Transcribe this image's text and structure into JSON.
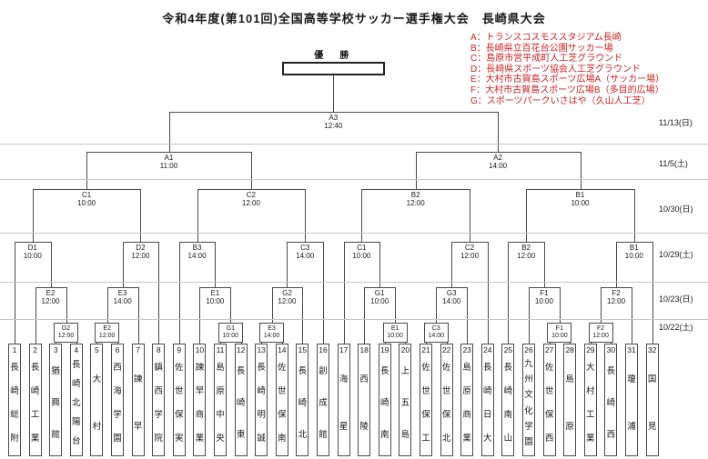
{
  "title": "令和4年度(第101回)全国高等学校サッカー選手権大会　長崎県大会",
  "champion_label": "優　勝",
  "venue_legend": [
    {
      "code": "A",
      "name": "トランスコスモススタジアム長崎"
    },
    {
      "code": "B",
      "name": "長崎県立百花台公園サッカー場"
    },
    {
      "code": "C",
      "name": "島原市営平成町人工芝グラウンド"
    },
    {
      "code": "D",
      "name": "長崎県スポーツ協会人工芝グラウンド"
    },
    {
      "code": "E",
      "name": "大村市古賀島スポーツ広場A（サッカー場）"
    },
    {
      "code": "F",
      "name": "大村市古賀島スポーツ広場B（多目的広場）"
    },
    {
      "code": "G",
      "name": "スポーツパークいさはや（久山人工芝）"
    }
  ],
  "legend_color": "#cc2222",
  "round_dates": [
    "11/13(日)",
    "11/5(土)",
    "10/30(日)",
    "10/29(土)",
    "10/23(日)",
    "10/22(土)"
  ],
  "teams": [
    {
      "no": "1",
      "name": "長崎総附"
    },
    {
      "no": "2",
      "name": "長崎工業"
    },
    {
      "no": "3",
      "name": "猶興館"
    },
    {
      "no": "4",
      "name": "長崎北陽台"
    },
    {
      "no": "5",
      "name": "大村"
    },
    {
      "no": "6",
      "name": "西海学園"
    },
    {
      "no": "7",
      "name": "諫早"
    },
    {
      "no": "8",
      "name": "鎮西学院"
    },
    {
      "no": "9",
      "name": "佐世保実"
    },
    {
      "no": "10",
      "name": "諫早商業"
    },
    {
      "no": "11",
      "name": "島原中央"
    },
    {
      "no": "12",
      "name": "長崎東"
    },
    {
      "no": "13",
      "name": "長崎明誠"
    },
    {
      "no": "14",
      "name": "佐世保南"
    },
    {
      "no": "15",
      "name": "長崎北"
    },
    {
      "no": "16",
      "name": "創成館"
    },
    {
      "no": "17",
      "name": "海星"
    },
    {
      "no": "18",
      "name": "西陵"
    },
    {
      "no": "19",
      "name": "長崎南"
    },
    {
      "no": "20",
      "name": "上五島"
    },
    {
      "no": "21",
      "name": "佐世保工"
    },
    {
      "no": "22",
      "name": "佐世保北"
    },
    {
      "no": "23",
      "name": "島原商業"
    },
    {
      "no": "24",
      "name": "長崎日大"
    },
    {
      "no": "25",
      "name": "長崎南山"
    },
    {
      "no": "26",
      "name": "九州文化学園"
    },
    {
      "no": "27",
      "name": "佐世保西"
    },
    {
      "no": "28",
      "name": "島原"
    },
    {
      "no": "29",
      "name": "大村工業"
    },
    {
      "no": "30",
      "name": "長崎西"
    },
    {
      "no": "31",
      "name": "瓊浦"
    },
    {
      "no": "32",
      "name": "国見"
    }
  ],
  "rounds": {
    "round1": [
      {
        "code": "G2",
        "time": "12:00",
        "teams": [
          3,
          4
        ]
      },
      {
        "code": "E2",
        "time": "12:00",
        "teams": [
          5,
          6
        ]
      },
      {
        "code": "G1",
        "time": "10:00",
        "teams": [
          11,
          12
        ]
      },
      {
        "code": "E3",
        "time": "14:00",
        "teams": [
          13,
          14
        ]
      },
      {
        "code": "E1",
        "time": "10:00",
        "teams": [
          19,
          20
        ]
      },
      {
        "code": "C3",
        "time": "14:00",
        "teams": [
          21,
          22
        ]
      },
      {
        "code": "F1",
        "time": "10:00",
        "teams": [
          27,
          28
        ]
      },
      {
        "code": "F2",
        "time": "12:00",
        "teams": [
          29,
          30
        ]
      }
    ],
    "round2": [
      {
        "code": "E2",
        "time": "12:00",
        "left": "T2",
        "right": "M0"
      },
      {
        "code": "E3",
        "time": "14:00",
        "left": "M1",
        "right": "T7"
      },
      {
        "code": "E1",
        "time": "10:00",
        "left": "T10",
        "right": "M2"
      },
      {
        "code": "G2",
        "time": "12:00",
        "left": "M3",
        "right": "T15"
      },
      {
        "code": "G1",
        "time": "10:00",
        "left": "T18",
        "right": "M4"
      },
      {
        "code": "G3",
        "time": "14:00",
        "left": "M5",
        "right": "T23"
      },
      {
        "code": "F1",
        "time": "10:00",
        "left": "T26",
        "right": "M6"
      },
      {
        "code": "F2",
        "time": "12:00",
        "left": "M7",
        "right": "T31"
      }
    ],
    "round16": [
      {
        "code": "D1",
        "time": "10:00",
        "left": "T1",
        "right": "M0"
      },
      {
        "code": "D2",
        "time": "12:00",
        "left": "M1",
        "right": "T8"
      },
      {
        "code": "B3",
        "time": "14:00",
        "left": "T9",
        "right": "M2"
      },
      {
        "code": "C3",
        "time": "14:00",
        "left": "M3",
        "right": "T16"
      },
      {
        "code": "C1",
        "time": "10:00",
        "left": "T17",
        "right": "M4"
      },
      {
        "code": "C2",
        "time": "12:00",
        "left": "M5",
        "right": "T24"
      },
      {
        "code": "B2",
        "time": "12:00",
        "left": "T25",
        "right": "M6"
      },
      {
        "code": "B1",
        "time": "10:00",
        "left": "M7",
        "right": "T32"
      }
    ],
    "quarterfinals": [
      {
        "code": "C1",
        "time": "10:00"
      },
      {
        "code": "C2",
        "time": "12:00"
      },
      {
        "code": "B2",
        "time": "12:00"
      },
      {
        "code": "B1",
        "time": "10:00"
      }
    ],
    "semifinals": [
      {
        "code": "A1",
        "time": "11:00"
      },
      {
        "code": "A2",
        "time": "14:00"
      }
    ],
    "final": {
      "code": "A3",
      "time": "12:40"
    }
  }
}
